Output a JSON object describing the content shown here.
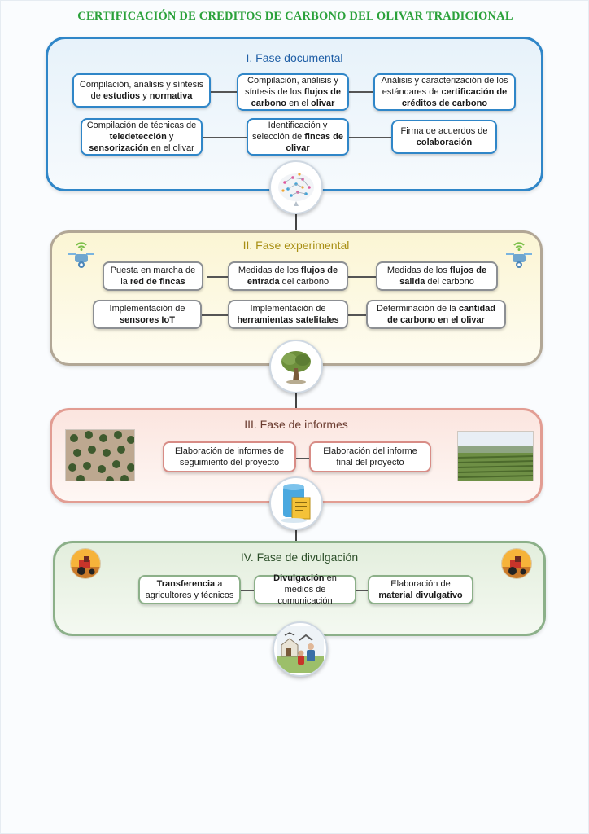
{
  "title": "CERTIFICACIÓN DE CREDITOS DE CARBONO DEL OLIVAR TRADICIONAL",
  "phases": [
    {
      "title": "I. Fase documental",
      "items": [
        [
          {
            "t": "Compilación, análisis y síntesis de "
          },
          {
            "b": "estudios"
          },
          {
            "t": " y "
          },
          {
            "b": "normativa"
          }
        ],
        [
          {
            "t": "Compilación, análisis y síntesis de los "
          },
          {
            "b": "flujos de carbono"
          },
          {
            "t": " en el "
          },
          {
            "b": "olivar"
          }
        ],
        [
          {
            "t": "Análisis y caracterización de los estándares de "
          },
          {
            "b": "certificación de créditos de carbono"
          }
        ],
        [
          {
            "t": "Compilación de técnicas de "
          },
          {
            "b": "teledetección"
          },
          {
            "t": " y "
          },
          {
            "b": "sensorización"
          },
          {
            "t": " en el olivar"
          }
        ],
        [
          {
            "t": "Identificación y selección de "
          },
          {
            "b": "fincas de olivar"
          }
        ],
        [
          {
            "t": "Firma de acuerdos de "
          },
          {
            "b": "colaboración"
          }
        ]
      ]
    },
    {
      "title": "II. Fase experimental",
      "items": [
        [
          {
            "t": "Puesta en marcha de la "
          },
          {
            "b": "red de fincas"
          }
        ],
        [
          {
            "t": "Medidas de los "
          },
          {
            "b": "flujos de entrada"
          },
          {
            "t": " del carbono"
          }
        ],
        [
          {
            "t": "Medidas de los "
          },
          {
            "b": "flujos de salida"
          },
          {
            "t": " del carbono"
          }
        ],
        [
          {
            "t": "Implementación de "
          },
          {
            "b": "sensores IoT"
          }
        ],
        [
          {
            "t": "Implementación de "
          },
          {
            "b": "herramientas satelitales"
          }
        ],
        [
          {
            "t": "Determinación de la "
          },
          {
            "b": "cantidad de carbono en el olivar"
          }
        ]
      ]
    },
    {
      "title": "III. Fase de informes",
      "items": [
        [
          {
            "t": "Elaboración de informes de seguimiento del proyecto"
          }
        ],
        [
          {
            "t": "Elaboración del informe final del proyecto"
          }
        ]
      ]
    },
    {
      "title": "IV. Fase de divulgación",
      "items": [
        [
          {
            "b": "Transferencia"
          },
          {
            "t": " a agricultores y técnicos"
          }
        ],
        [
          {
            "b": "Divulgación"
          },
          {
            "t": " en medios de comunicación"
          }
        ],
        [
          {
            "t": "Elaboración de "
          },
          {
            "b": "material divulgativo"
          }
        ]
      ]
    }
  ],
  "icons": {
    "phase1": "brain-network-icon",
    "phase2": "olive-tree-icon",
    "phase3": "database-document-icon",
    "phase4": "farm-outreach-icon",
    "drone": "drone-wifi-icon",
    "tractor": "tractor-icon"
  },
  "colors": {
    "title": "#2aa13a",
    "phase1": "#2f86c8",
    "phase2": "#a88f14",
    "phase3": "#e29d93",
    "phase4": "#8cb089"
  }
}
